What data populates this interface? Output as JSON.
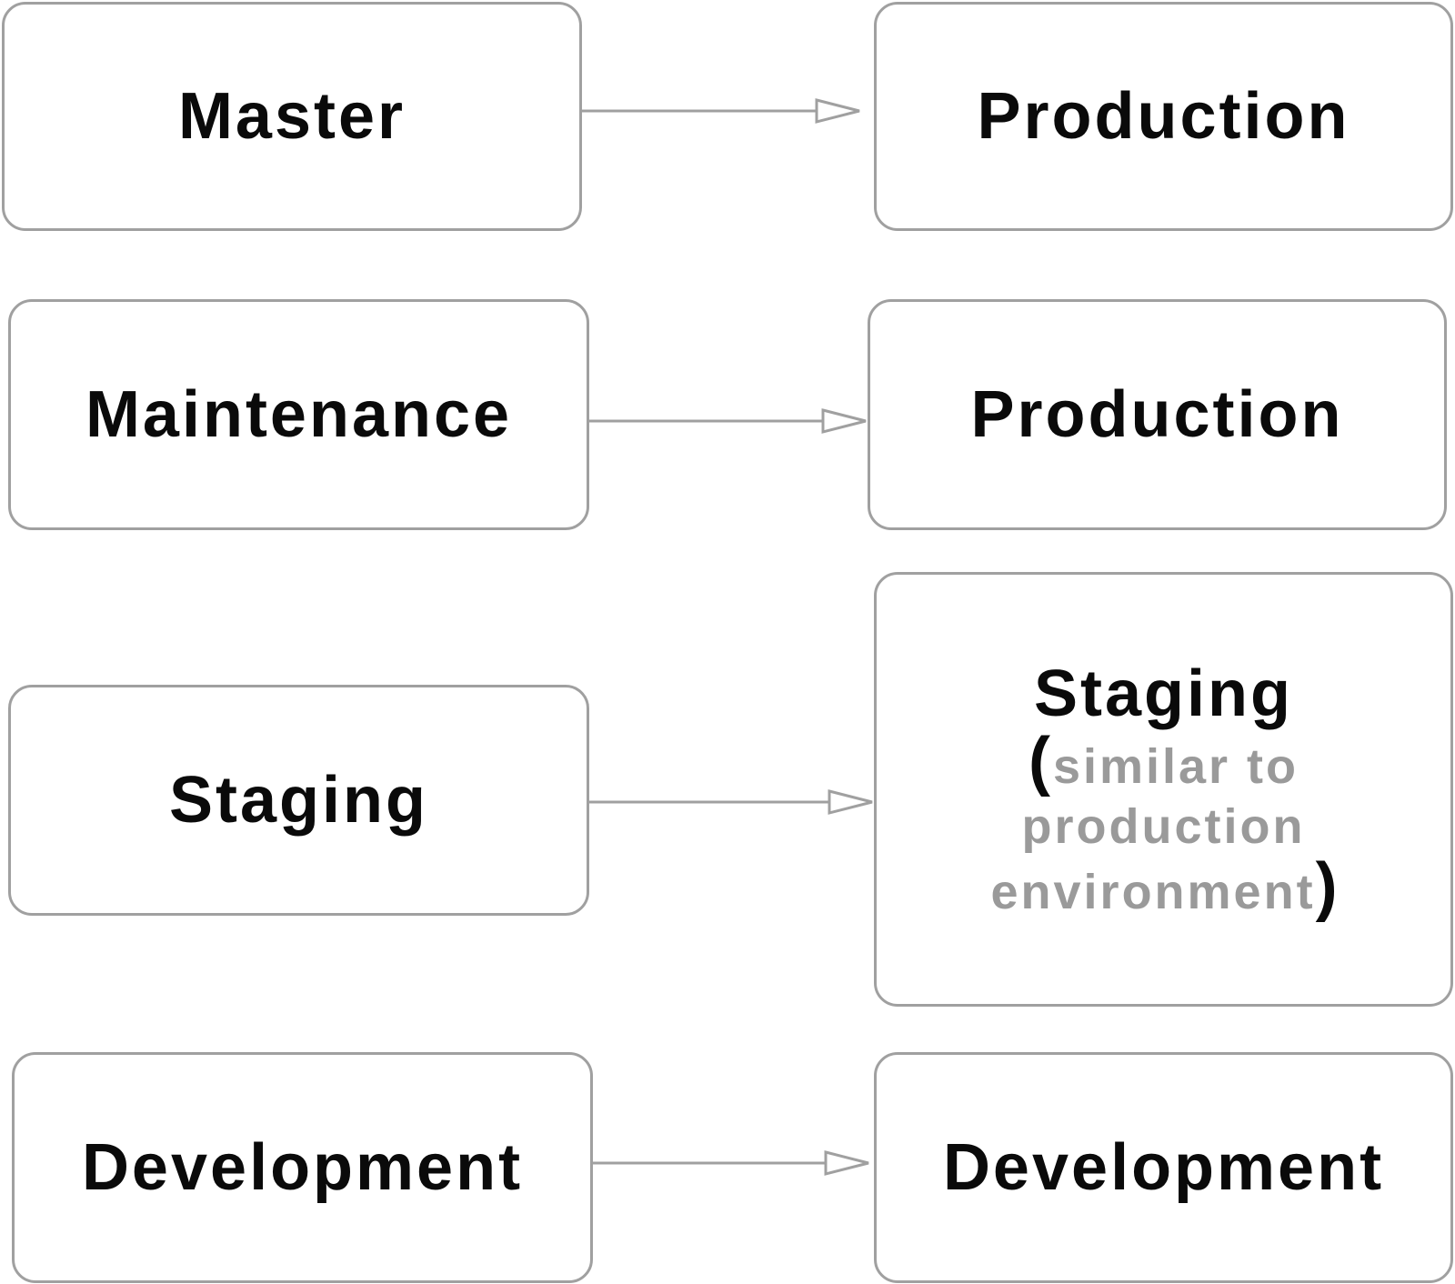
{
  "rows": [
    {
      "from": "Master",
      "to": "Production"
    },
    {
      "from": "Maintenance",
      "to": "Production"
    },
    {
      "from": "Staging",
      "to": "Staging",
      "to_note_open": "(",
      "to_note": "similar to production environment",
      "to_note_close": ")"
    },
    {
      "from": "Development",
      "to": "Development"
    }
  ],
  "colors": {
    "border": "#a0a0a0",
    "text": "#0a0a0a",
    "note_text": "#9a9a9a"
  }
}
